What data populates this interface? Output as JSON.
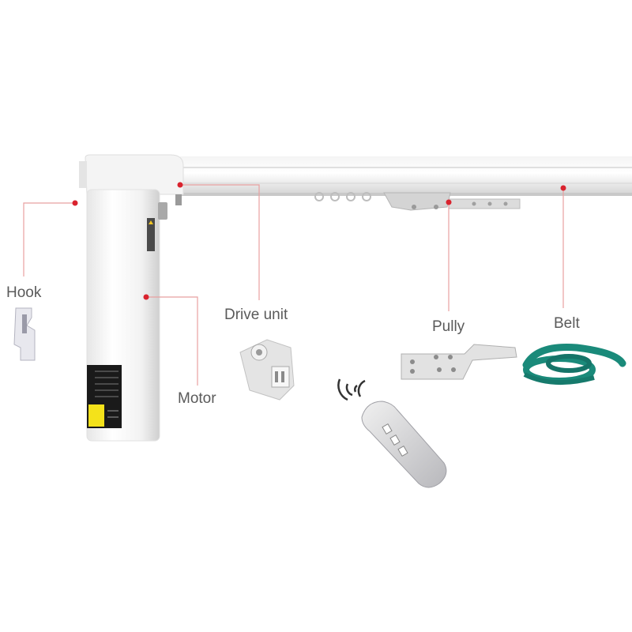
{
  "labels": {
    "hook": "Hook",
    "drive_unit": "Drive unit",
    "motor": "Motor",
    "pully": "Pully",
    "belt": "Belt"
  },
  "colors": {
    "leader_line": "#e8a0a0",
    "marker_dot": "#d9232e",
    "belt": "#1a8a7a",
    "label_text": "#5a5a5a"
  },
  "icons": [
    "hook-icon",
    "drive-unit-icon",
    "pulley-bracket-icon",
    "belt-roll-icon",
    "remote-control-icon",
    "wireless-signal-icon",
    "motor-icon",
    "curtain-track-icon"
  ]
}
